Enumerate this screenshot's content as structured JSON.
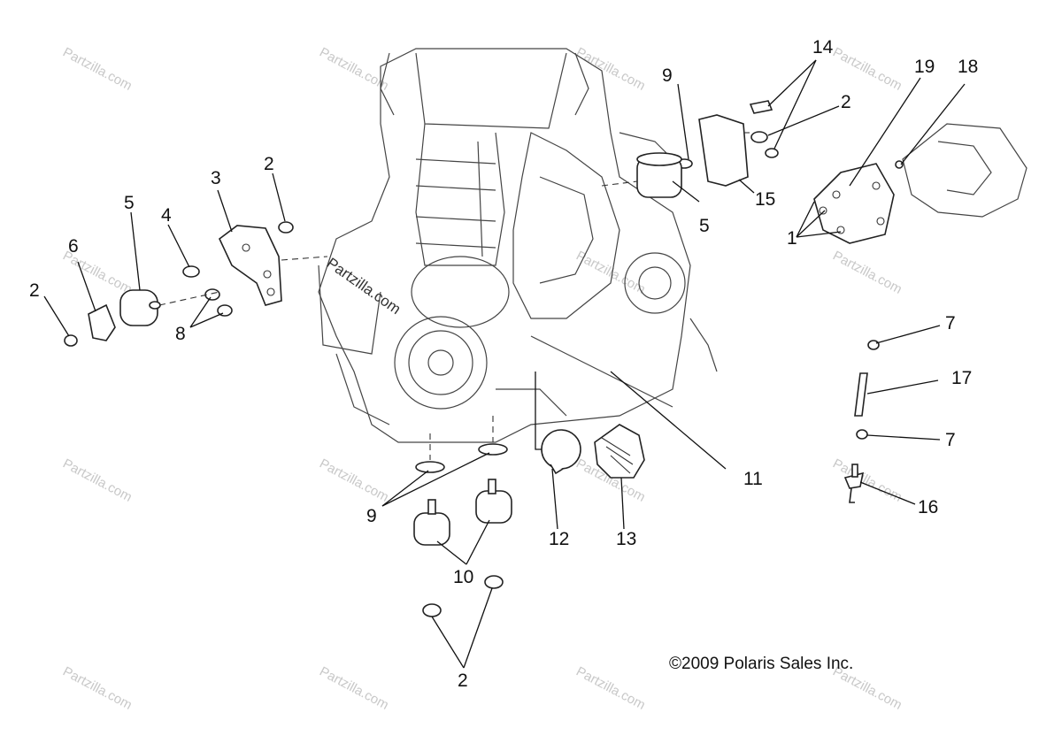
{
  "watermark": "Partzilla.com",
  "watermark_center": "Partzilla.com",
  "copyright": "©2009 Polaris Sales Inc.",
  "callouts": [
    "14",
    "2",
    "9",
    "19",
    "18",
    "15",
    "5",
    "1",
    "2",
    "3",
    "5",
    "4",
    "6",
    "2",
    "8",
    "7",
    "17",
    "7",
    "11",
    "16",
    "9",
    "12",
    "13",
    "10",
    "2"
  ]
}
